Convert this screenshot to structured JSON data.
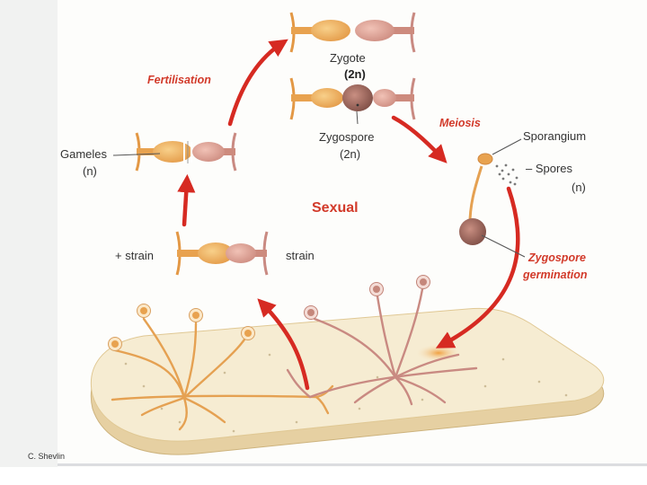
{
  "labels": {
    "zygote": "Zygote",
    "zygote_ploidy": "(2n)",
    "fertilisation": "Fertilisation",
    "meiosis": "Meiosis",
    "sporangium": "Sporangium",
    "zygospore": "Zygospore",
    "zygospore_ploidy": "(2n)",
    "gametes": "Gameles",
    "gametes_ploidy": "(n)",
    "spores": "– Spores",
    "spores_ploidy": "(n)",
    "sexual": "Sexual",
    "plus_strain": "+ strain",
    "minus_strain": "strain",
    "germination_line1": "Zygospore",
    "germination_line2": "germination"
  },
  "credit": "C. Shevlin",
  "colors": {
    "arrow": "#d62a22",
    "label_red": "#d23a2a",
    "hypha_orange": "#e5a152",
    "hypha_pink": "#c98a82",
    "zygospore": "#8a5a52",
    "substrate": "#f6ecd2",
    "substrate_edge": "#e8d6ac"
  }
}
